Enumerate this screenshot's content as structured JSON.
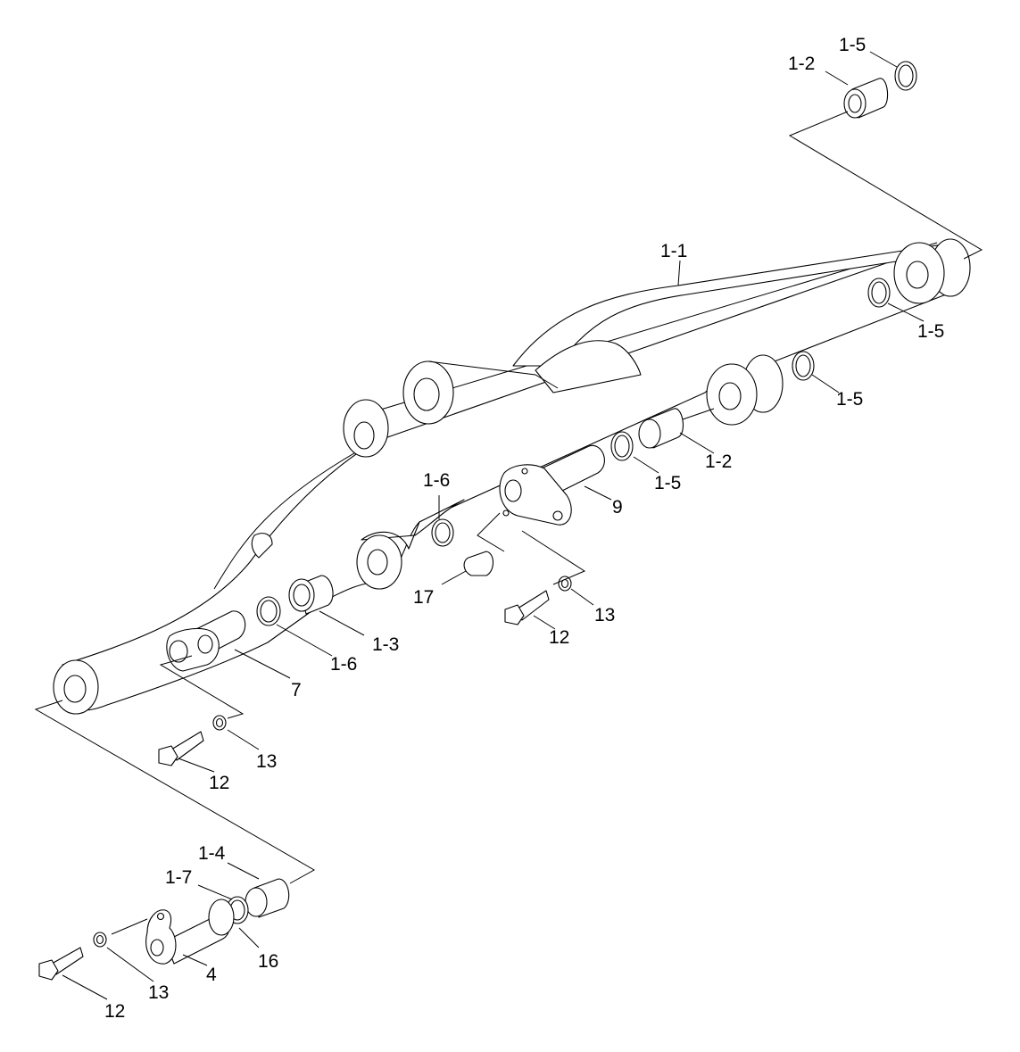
{
  "diagram": {
    "labels": {
      "top_1_5": "1-5",
      "top_1_2": "1-2",
      "arm_1_1": "1-1",
      "right_1_5_a": "1-5",
      "right_1_5_b": "1-5",
      "mid_1_5": "1-5",
      "mid_1_2": "1-2",
      "pin_9": "9",
      "upper_1_6": "1-6",
      "plug_17": "17",
      "mid_13": "13",
      "mid_12": "12",
      "lower_1_3": "1-3",
      "lower_1_6": "1-6",
      "pin_7": "7",
      "left_13": "13",
      "left_12": "12",
      "bottom_1_4": "1-4",
      "bottom_1_7": "1-7",
      "bottom_16": "16",
      "pin_4": "4",
      "bottom_13": "13",
      "bottom_12": "12"
    }
  }
}
